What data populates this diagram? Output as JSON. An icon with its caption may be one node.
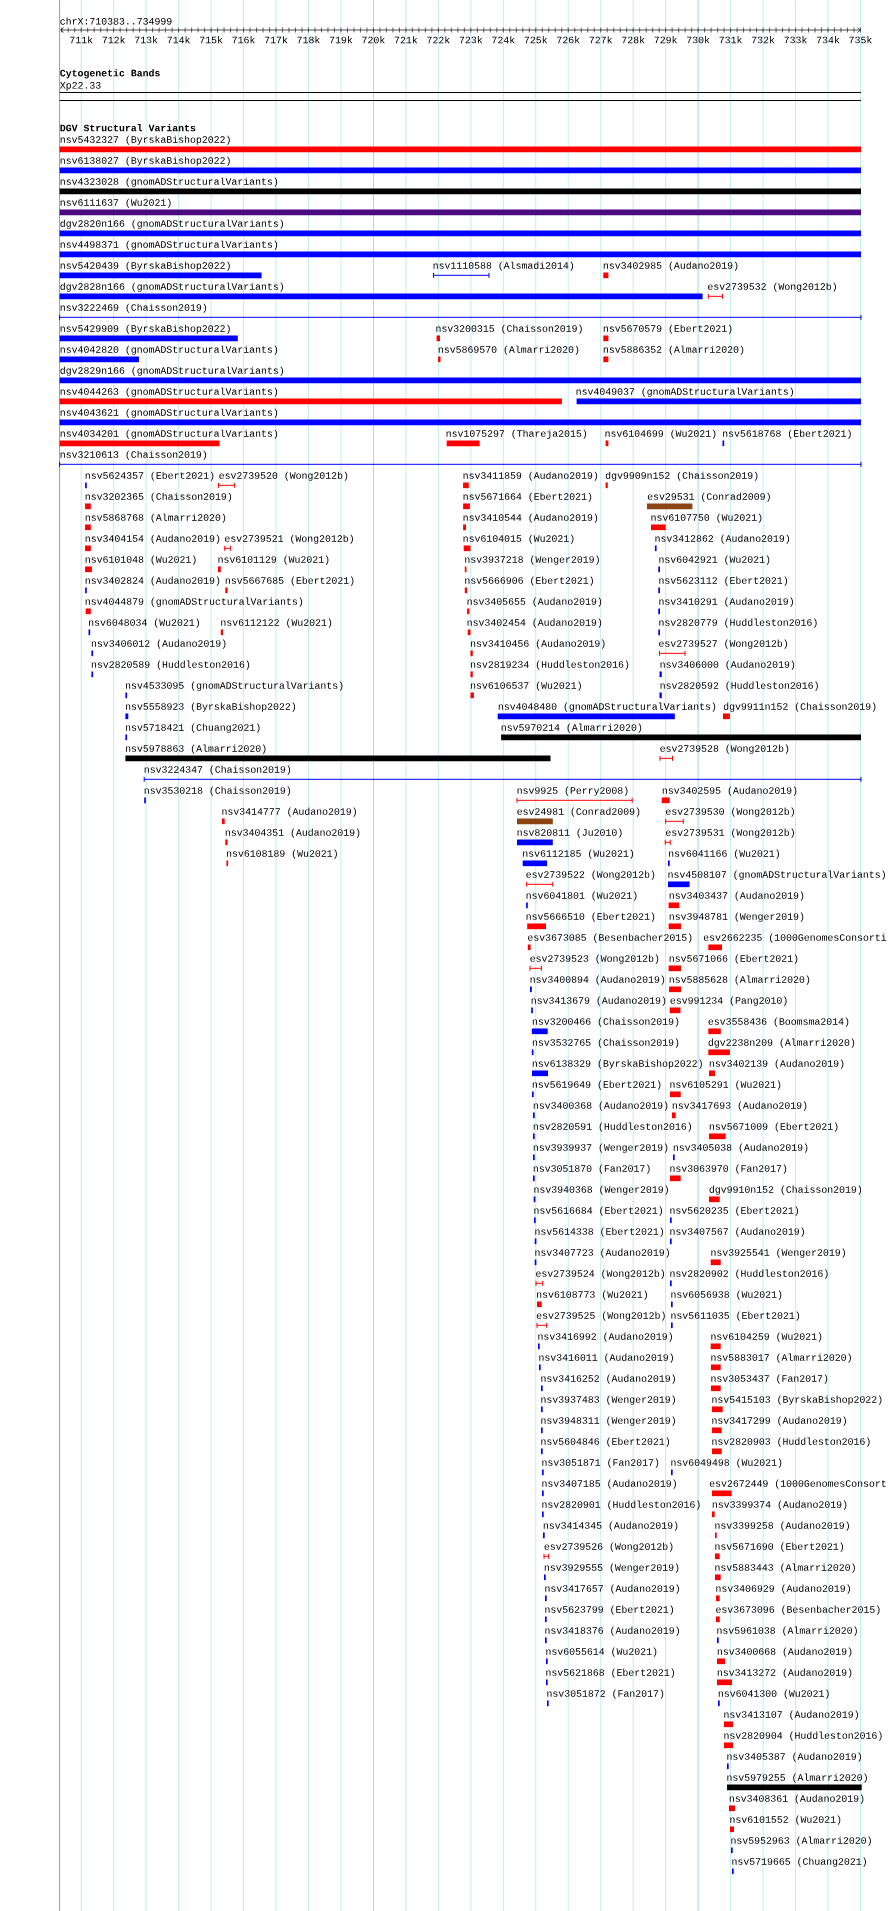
{
  "diagram": {
    "labels": [
      "chrX:710383..734999",
      "711k",
      "712k",
      "713k",
      "714k",
      "715k",
      "716k",
      "717k",
      "718k",
      "719k",
      "720k",
      "721k",
      "722k",
      "723k",
      "724k",
      "725k",
      "726k",
      "727k",
      "728k",
      "729k",
      "730k",
      "731k",
      "732k",
      "733k",
      "734k",
      "735k",
      "Cytogenetic Bands",
      "Xp22.33",
      "DGV Structural Variants",
      "nsv5432327 (ByrskaBishop2022)",
      "nsv6138027 (ByrskaBishop2022)",
      "nsv4323028 (gnomADStructuralVariants)",
      "nsv6111637 (Wu2021)",
      "dgv2820n166 (gnomADStructuralVariants)",
      "nsv4498371 (gnomADStructuralVariants)",
      "nsv5420439 (ByrskaBishop2022)",
      "nsv1110588 (Alsmadi2014)",
      "nsv3402985 (Audano2019)",
      "dgv2828n166 (gnomADStructuralVariants)",
      "esv2739532 (Wong2012b)",
      "nsv3222469 (Chaisson2019)",
      "nsv5429909 (ByrskaBishop2022)",
      "nsv3200315 (Chaisson2019)",
      "nsv5670579 (Ebert2021)",
      "nsv4042820 (gnomADStructuralVariants)",
      "nsv5869570 (Almarri2020)",
      "nsv5886352 (Almarri2020)",
      "dgv2829n166 (gnomADStructuralVariants)",
      "nsv4044263 (gnomADStructuralVariants)",
      "nsv4049037 (gnomADStructuralVariants)",
      "nsv4043621 (gnomADStructuralVariants)",
      "nsv4034201 (gnomADStructuralVariants)",
      "nsv1075297 (Thareja2015)",
      "nsv6104699 (Wu2021)",
      "nsv5618768 (Ebert2021)",
      "nsv3210613 (Chaisson2019)",
      "nsv5624357 (Ebert2021)",
      "esv2739520 (Wong2012b)",
      "nsv3411859 (Audano2019)",
      "dgv9909n152 (Chaisson2019)",
      "nsv3202365 (Chaisson2019)",
      "nsv5671664 (Ebert2021)",
      "esv29531 (Conrad2009)",
      "nsv5868768 (Almarri2020)",
      "nsv3410544 (Audano2019)",
      "nsv6107750 (Wu2021)",
      "nsv3404154 (Audano2019)",
      "esv2739521 (Wong2012b)",
      "nsv6104015 (Wu2021)",
      "nsv3412862 (Audano2019)",
      "nsv6101048 (Wu2021)",
      "nsv6101129 (Wu2021)",
      "nsv3937218 (Wenger2019)",
      "nsv6042921 (Wu2021)",
      "nsv3402824 (Audano2019)",
      "nsv5667685 (Ebert2021)",
      "nsv5666906 (Ebert2021)",
      "nsv5623112 (Ebert2021)",
      "nsv4044879 (gnomADStructuralVariants)",
      "nsv3405655 (Audano2019)",
      "nsv3410291 (Audano2019)",
      "nsv6048034 (Wu2021)",
      "nsv6112122 (Wu2021)",
      "nsv3402454 (Audano2019)",
      "nsv2820779 (Huddleston2016)",
      "nsv3406012 (Audano2019)",
      "nsv3410456 (Audano2019)",
      "esv2739527 (Wong2012b)",
      "nsv2820589 (Huddleston2016)",
      "nsv2819234 (Huddleston2016)",
      "nsv3406000 (Audano2019)",
      "nsv4533095 (gnomADStructuralVariants)",
      "nsv6106537 (Wu2021)",
      "nsv2820592 (Huddleston2016)",
      "nsv5558923 (ByrskaBishop2022)",
      "nsv4048480 (gnomADStructuralVariants)",
      "dgv9911n152 (Chaisson2019)",
      "nsv5718421 (Chuang2021)",
      "nsv5970214 (Almarri2020)",
      "nsv5978863 (Almarri2020)",
      "esv2739528 (Wong2012b)",
      "nsv3224347 (Chaisson2019)",
      "nsv3530218 (Chaisson2019)",
      "nsv9925 (Perry2008)",
      "nsv3402595 (Audano2019)",
      "nsv3414777 (Audano2019)",
      "esv24981 (Conrad2009)",
      "esv2739530 (Wong2012b)",
      "nsv3404351 (Audano2019)",
      "nsv820811 (Ju2010)",
      "esv2739531 (Wong2012b)",
      "nsv6108189 (Wu2021)",
      "nsv6112185 (Wu2021)",
      "nsv6041166 (Wu2021)",
      "esv2739522 (Wong2012b)",
      "nsv4508107 (gnomADStructuralVariants)",
      "nsv6041801 (Wu2021)",
      "nsv3403437 (Audano2019)",
      "nsv5666510 (Ebert2021)",
      "nsv3948781 (Wenger2019)",
      "esv3673085 (Besenbacher2015)",
      "esv2662235 (1000GenomesConsorti",
      "esv2739523 (Wong2012b)",
      "nsv5671066 (Ebert2021)",
      "nsv3400894 (Audano2019)",
      "nsv5885628 (Almarri2020)",
      "nsv3413679 (Audano2019)",
      "esv991234 (Pang2010)",
      "nsv3200466 (Chaisson2019)",
      "esv3558436 (Boomsma2014)",
      "nsv3532765 (Chaisson2019)",
      "dgv2238n209 (Almarri2020)",
      "nsv6138329 (ByrskaBishop2022)",
      "nsv3402139 (Audano2019)",
      "nsv5619649 (Ebert2021)",
      "nsv6105291 (Wu2021)",
      "nsv3400368 (Audano2019)",
      "nsv3417693 (Audano2019)",
      "nsv2820591 (Huddleston2016)",
      "nsv5671009 (Ebert2021)",
      "nsv3939937 (Wenger2019)",
      "nsv3405038 (Audano2019)",
      "nsv3051870 (Fan2017)",
      "nsv3063970 (Fan2017)",
      "nsv3940368 (Wenger2019)",
      "dgv9910n152 (Chaisson2019)",
      "nsv5616684 (Ebert2021)",
      "nsv5620235 (Ebert2021)",
      "nsv5614338 (Ebert2021)",
      "nsv3407567 (Audano2019)",
      "nsv3407723 (Audano2019)",
      "nsv3925541 (Wenger2019)",
      "esv2739524 (Wong2012b)",
      "nsv2820902 (Huddleston2016)",
      "nsv6108773 (Wu2021)",
      "nsv6056938 (Wu2021)",
      "esv2739525 (Wong2012b)",
      "nsv5611035 (Ebert2021)",
      "nsv3416992 (Audano2019)",
      "nsv6104259 (Wu2021)",
      "nsv3416011 (Audano2019)",
      "nsv5883017 (Almarri2020)",
      "nsv3416252 (Audano2019)",
      "nsv3053437 (Fan2017)",
      "nsv3937483 (Wenger2019)",
      "nsv5415103 (ByrskaBishop2022)",
      "nsv3948311 (Wenger2019)",
      "nsv3417299 (Audano2019)",
      "nsv5604846 (Ebert2021)",
      "nsv2820903 (Huddleston2016)",
      "nsv3051871 (Fan2017)",
      "nsv6049498 (Wu2021)",
      "nsv3407185 (Audano2019)",
      "esv2672449 (1000GenomesConsort",
      "nsv2820901 (Huddleston2016)",
      "nsv3399374 (Audano2019)",
      "nsv3414345 (Audano2019)",
      "nsv3399258 (Audano2019)",
      "esv2739526 (Wong2012b)",
      "nsv5671690 (Ebert2021)",
      "nsv3929555 (Wenger2019)",
      "nsv5883443 (Almarri2020)",
      "nsv3417657 (Audano2019)",
      "nsv3406929 (Audano2019)",
      "nsv5623799 (Ebert2021)",
      "esv3673096 (Besenbacher2015)",
      "nsv3418376 (Audano2019)",
      "nsv5961038 (Almarri2020)",
      "nsv6055614 (Wu2021)",
      "nsv3400668 (Audano2019)",
      "nsv5621868 (Ebert2021)",
      "nsv3413272 (Audano2019)",
      "nsv3051872 (Fan2017)",
      "nsv6041300 (Wu2021)",
      "nsv3413107 (Audano2019)",
      "nsv2820904 (Huddleston2016)",
      "nsv3405387 (Audano2019)",
      "nsv5979255 (Almarri2020)",
      "nsv3408361 (Audano2019)",
      "nsv6101552 (Wu2021)",
      "nsv5952963 (Almarri2020)",
      "nsv5719665 (Chuang2021)"
    ]
  }
}
